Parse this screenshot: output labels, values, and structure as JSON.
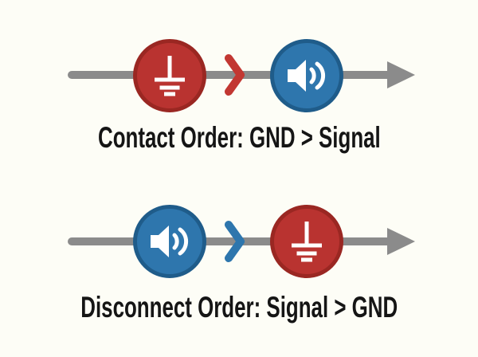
{
  "diagram": {
    "rows": [
      {
        "caption": "Contact Order: GND > Signal",
        "sequence": [
          "ground",
          "chevron-right",
          "signal"
        ],
        "chevron_color": "#c23732"
      },
      {
        "caption": "Disconnect Order: Signal > GND",
        "sequence": [
          "signal",
          "chevron-right",
          "ground"
        ],
        "chevron_color": "#2e76ad"
      }
    ],
    "colors": {
      "background": "#fdfdf6",
      "arrow_gray": "#8b8b8b",
      "ground_fill": "#b93330",
      "ground_ring": "#9a2722",
      "signal_fill": "#2e76ad",
      "signal_ring": "#1f5c8a",
      "icon_white": "#ffffff",
      "text": "#151515"
    }
  }
}
